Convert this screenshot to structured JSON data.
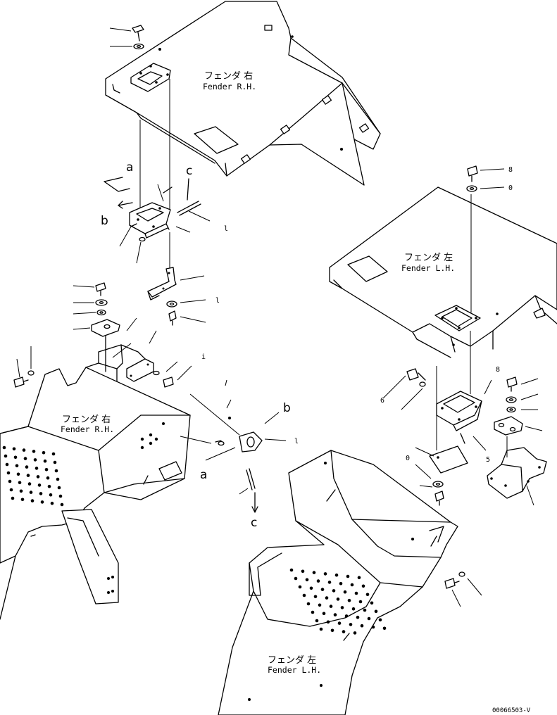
{
  "labels": {
    "fender_rh_top": {
      "jp": "フェンダ 右",
      "en": "Fender R.H."
    },
    "fender_lh_top": {
      "jp": "フェンダ 左",
      "en": "Fender L.H."
    },
    "fender_rh_bottom": {
      "jp": "フェンダ 右",
      "en": "Fender R.H."
    },
    "fender_lh_bottom": {
      "jp": "フェンダ 左",
      "en": "Fender L.H."
    }
  },
  "callouts": {
    "a1": "a",
    "b1": "b",
    "c1": "c",
    "a2": "a",
    "b2": "b",
    "c2": "c"
  },
  "drawing_code": "00066503-V"
}
